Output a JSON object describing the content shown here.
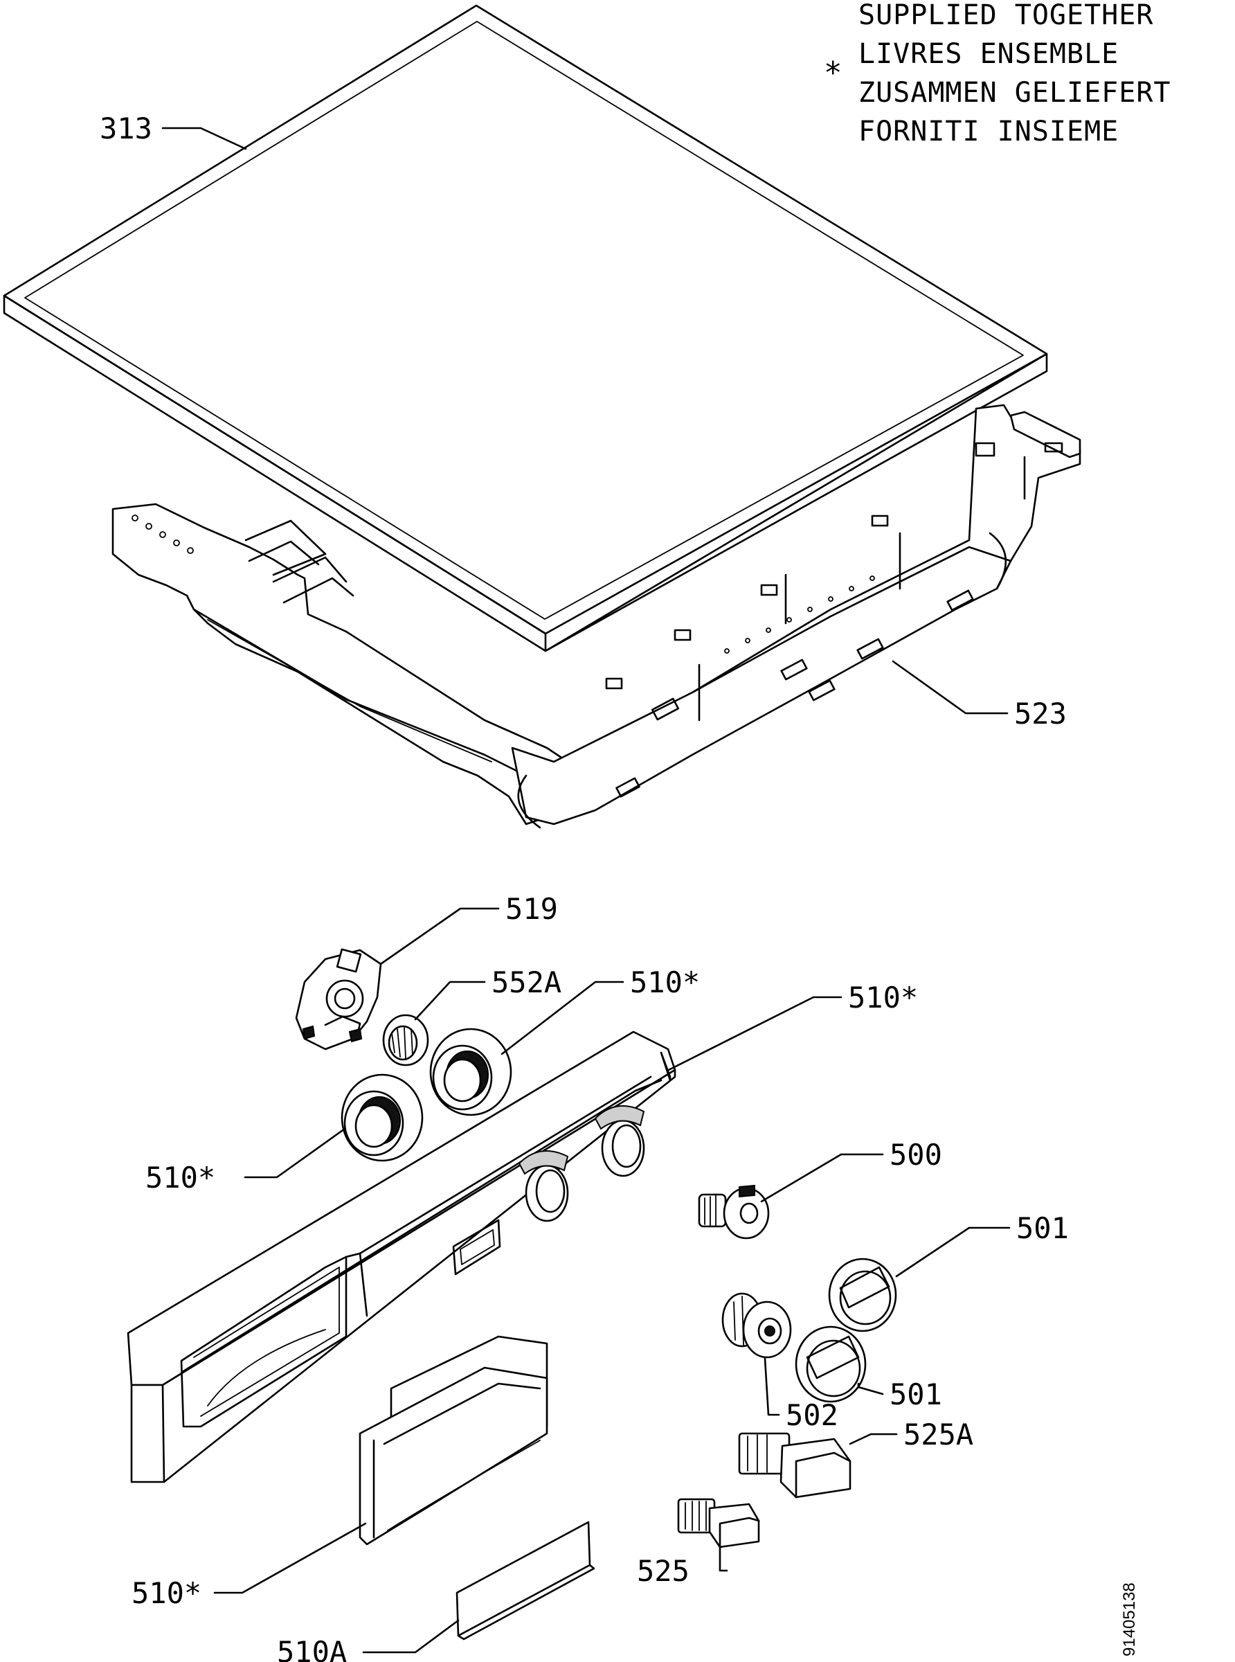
{
  "note": {
    "symbol": "*",
    "lines": [
      "SUPPLIED TOGETHER",
      "LIVRES ENSEMBLE",
      "ZUSAMMEN GELIEFERT",
      "FORNITI INSIEME"
    ]
  },
  "document_number": "91405138",
  "callouts": {
    "c313": "313",
    "c523": "523",
    "c519": "519",
    "c552A": "552A",
    "c510_knob_top": "510*",
    "c510_panel": "510*",
    "c510_knob_left": "510*",
    "c500": "500",
    "c501_top": "501",
    "c501_bottom": "501",
    "c502": "502",
    "c525A": "525A",
    "c525": "525",
    "c510_drawer": "510*",
    "c510A": "510A"
  }
}
